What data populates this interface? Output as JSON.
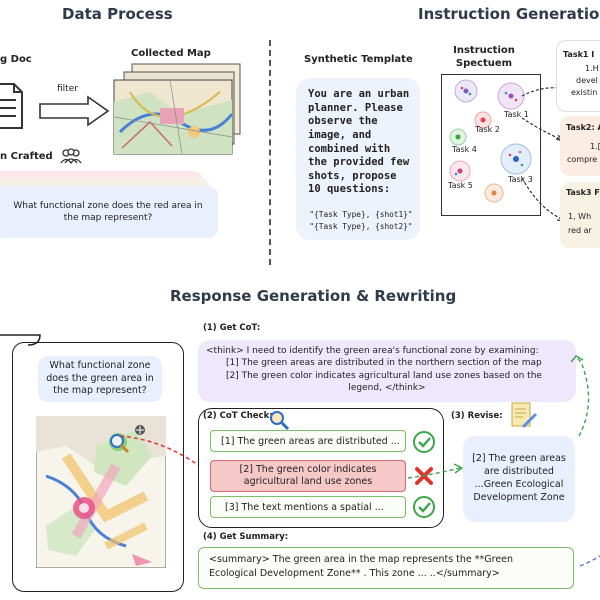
{
  "headers": {
    "data_process": "Data Process",
    "instruction_generation": "Instruction Generatio",
    "response_generation": "Response Generation & Rewriting"
  },
  "data_process": {
    "doc_label": "g Doc",
    "filter_label": "filter",
    "collected_map_label": "Collected Map",
    "human_crafted_label": "n Crafted",
    "question": "What functional zone does the red area in the map represent?"
  },
  "instruction": {
    "synthetic_template_label": "Synthetic Template",
    "template_text": "You are an urban planner. Please observe the image, and combined with the provided few shots, propose 10 questions:",
    "shot1": "\"{Task Type}, {shot1}\"",
    "shot2": "\"{Task Type}, {shot2}\"",
    "spectrum_label_1": "Instruction",
    "spectrum_label_2": "Spectuem",
    "tasks": [
      "Task 1",
      "Task 2",
      "Task 3",
      "Task 4",
      "Task 5"
    ],
    "task1_title": "Task1 I",
    "task1_lines": [
      "1.H",
      "devel",
      "existin"
    ],
    "task2_title": "Task2: A",
    "task2_lines": [
      "1.[",
      "compre"
    ],
    "task3_title": "Task3 F",
    "task3_lines": [
      "1, Wh",
      "red ar"
    ]
  },
  "response": {
    "question": "What functional zone does the green area in the map represent?",
    "get_cot_label": "(1) Get CoT:",
    "cot_lines": [
      "<think> I need to identify the green area's functional zone by examining:",
      "[1] The green areas are distributed in the northern section of the map",
      "[2] The green color indicates agricultural land use zones based on the",
      "legend, </think>"
    ],
    "cot_check_label": "(2) CoT Check:",
    "check_items": [
      "[1] The green areas are distributed ...",
      "[2] The green color indicates agricultural land use zones",
      "[3] The text mentions a spatial ..."
    ],
    "revise_label": "(3) Revise:",
    "revised_text": "[2] The green areas are distributed ...Green Ecological Development Zone",
    "summary_label": "(4) Get Summary:",
    "summary_text": "<summary> The green area in the map represents the **Green Ecological Development Zone** . This zone ... ..</summary>"
  },
  "colors": {
    "heading": "#2f3a4a",
    "question_bg": "#e9effc",
    "cot_bg": "#efe7fb",
    "green_border": "#7cbf6a",
    "red_item_bg": "#f6c8c8",
    "check_green": "#3aa54a",
    "cross_red": "#e0342c"
  }
}
